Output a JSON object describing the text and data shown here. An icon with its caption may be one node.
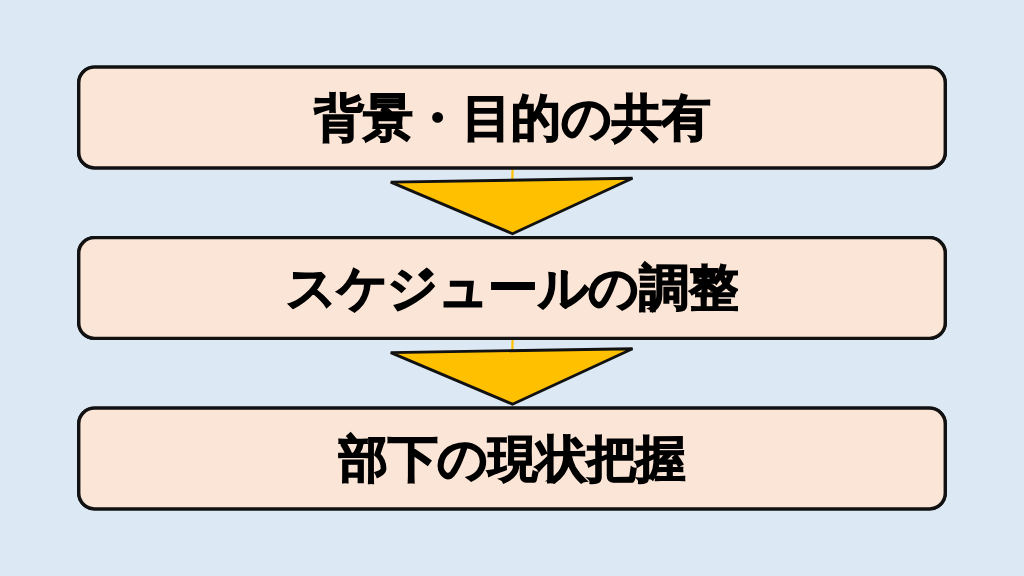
{
  "diagram": {
    "nodes": [
      {
        "text": [
          "背景・目的の共有"
        ]
      },
      {
        "text": [
          "スケジュールの調整"
        ]
      },
      {
        "text": [
          "部下の現状把握"
        ]
      }
    ],
    "edges": [
      {
        "from": 0,
        "to": 1,
        "arrow": "to"
      },
      {
        "from": 1,
        "to": 2,
        "arrow": "to"
      }
    ]
  }
}
